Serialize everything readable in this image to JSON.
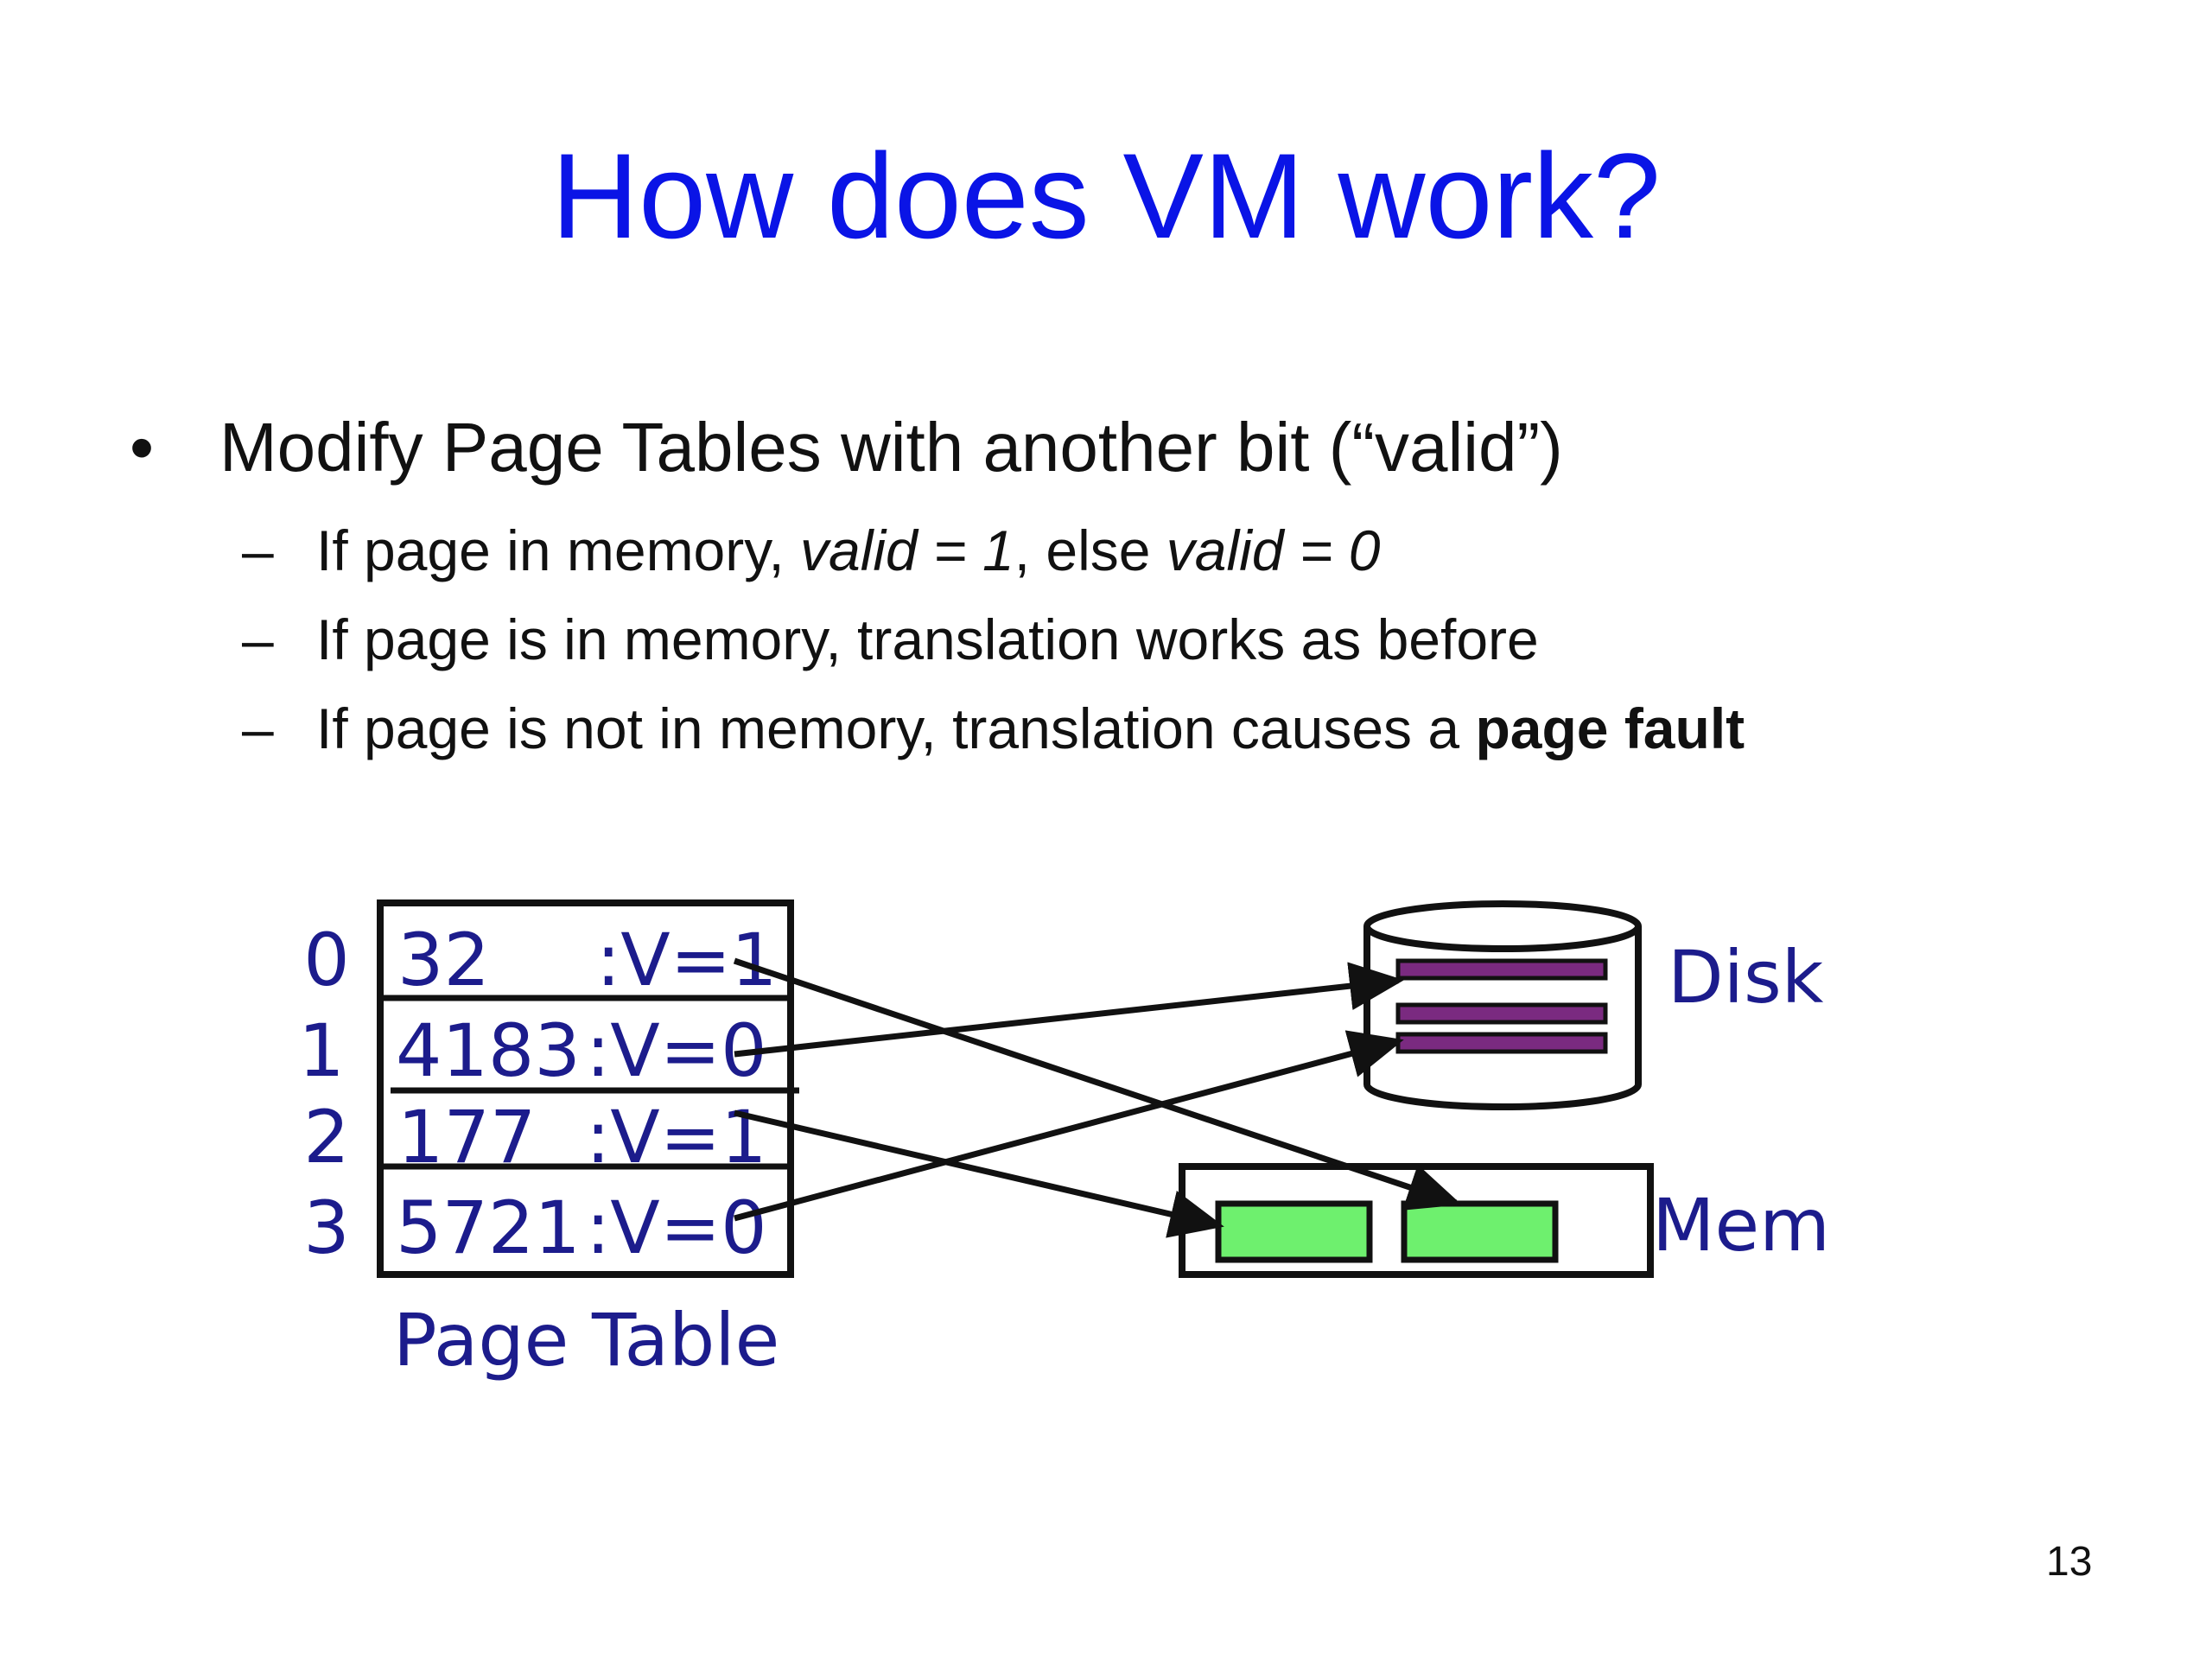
{
  "title": "How does VM work?",
  "bullets": {
    "main": "Modify Page Tables with another bit (“valid”)",
    "bullet_symbol": "•",
    "dash_symbol": "–",
    "sub1": {
      "prefix": "If page in memory, ",
      "italic1": "valid = 1",
      "middle": ", else ",
      "italic2": "valid = 0"
    },
    "sub2": "If page is in memory, translation works as before",
    "sub3": {
      "prefix": "If page is not in memory, translation causes a ",
      "bold": "page fault"
    }
  },
  "diagram": {
    "page_table": {
      "label": "Page Table",
      "rows": [
        {
          "index": "0",
          "frame": "32",
          "valid": ":V=1"
        },
        {
          "index": "1",
          "frame": "4183",
          "valid": ":V=0"
        },
        {
          "index": "2",
          "frame": "177",
          "valid": ":V=1"
        },
        {
          "index": "3",
          "frame": "5721",
          "valid": ":V=0"
        }
      ]
    },
    "disk_label": "Disk",
    "mem_label": "Mem"
  },
  "page_number": "13"
}
